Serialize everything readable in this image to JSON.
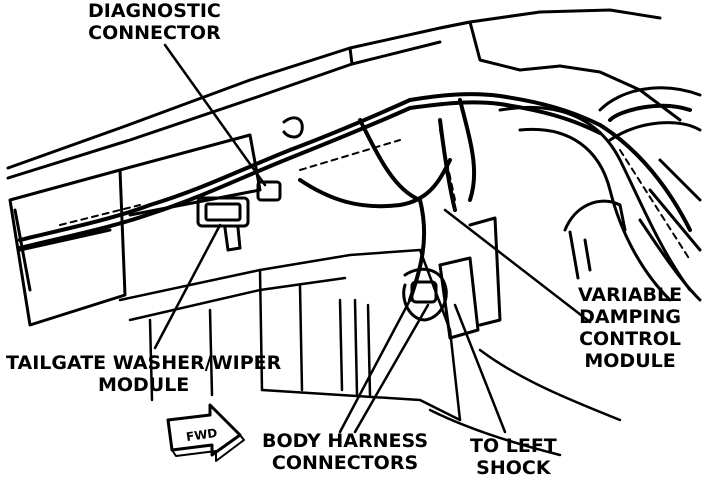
{
  "labels": {
    "diagnostic_connector": [
      "DIAGNOSTIC",
      "CONNECTOR"
    ],
    "tailgate_module": [
      "TAILGATE WASHER/WIPER",
      "MODULE"
    ],
    "variable_damping": [
      "VARIABLE",
      "DAMPING",
      "CONTROL",
      "MODULE"
    ],
    "body_harness": [
      "BODY HARNESS",
      "CONNECTORS"
    ],
    "left_shock": [
      "TO LEFT",
      "SHOCK"
    ]
  },
  "arrow": {
    "text": "FWD"
  },
  "colors": {
    "ink": "#000000",
    "paper": "#ffffff"
  }
}
